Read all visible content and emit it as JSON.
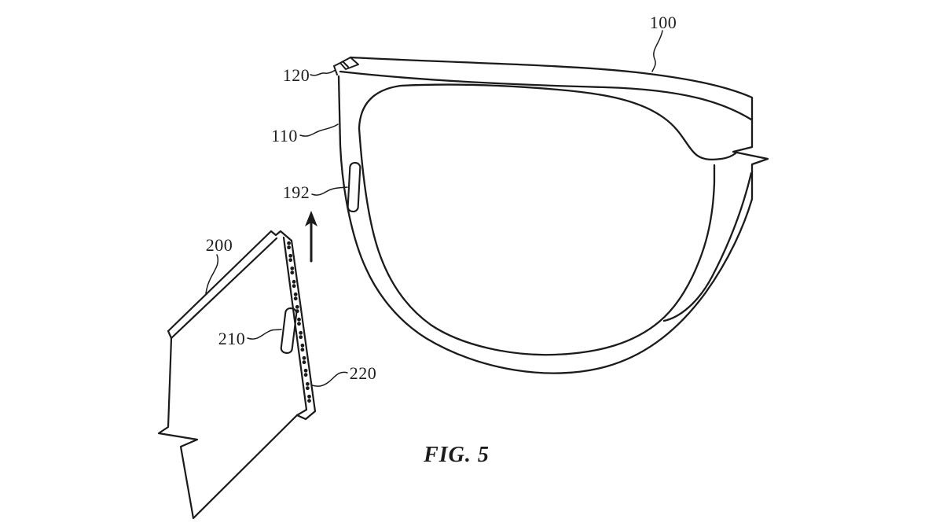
{
  "figure": {
    "caption": "FIG. 5",
    "reference_labels": [
      {
        "ref": "100"
      },
      {
        "ref": "120"
      },
      {
        "ref": "110"
      },
      {
        "ref": "192"
      },
      {
        "ref": "200"
      },
      {
        "ref": "210"
      },
      {
        "ref": "220"
      }
    ],
    "colors": {
      "line": "#1b1b1b",
      "background": "#ffffff"
    }
  }
}
